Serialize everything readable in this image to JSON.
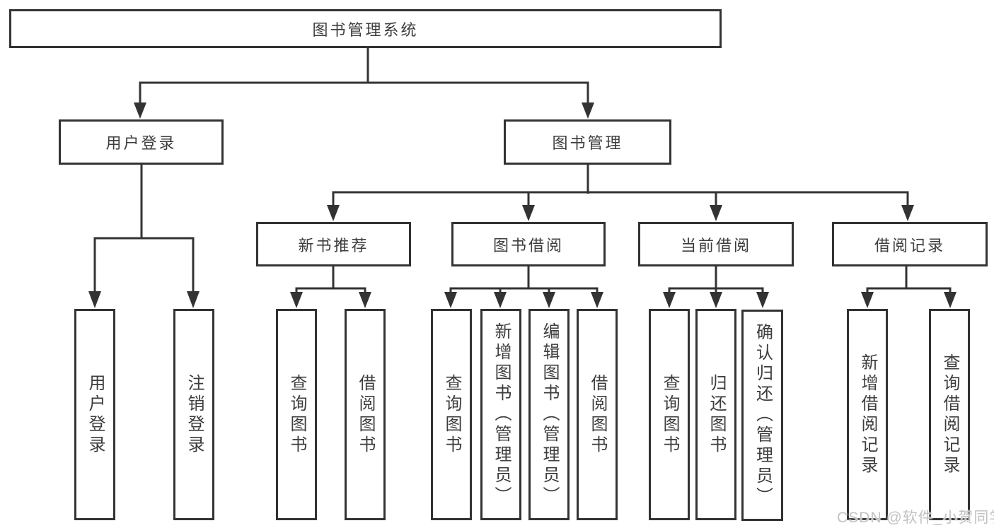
{
  "colors": {
    "line": "#333333",
    "box_border": "#333333",
    "box_bg": "#ffffff",
    "text": "#3d3d3d",
    "watermark": "#c2c2c2"
  },
  "nodes": {
    "root": "图书管理系统",
    "user_login": "用户登录",
    "book_mgmt": "图书管理",
    "new_book_rec": "新书推荐",
    "book_borrow": "图书借阅",
    "current_borrow": "当前借阅",
    "borrow_record": "借阅记录",
    "leaf_user_login": "用户登录",
    "leaf_logout": "注销登录",
    "leaf_nbr_query": "查询图书",
    "leaf_nbr_borrow": "借阅图书",
    "leaf_bb_query": "查询图书",
    "leaf_bb_add": "新增图书（管理员）",
    "leaf_bb_edit": "编辑图书（管理员）",
    "leaf_bb_borrow": "借阅图书",
    "leaf_cb_query": "查询图书",
    "leaf_cb_return": "归还图书",
    "leaf_cb_confirm": "确认归还（管理员）",
    "leaf_br_add": "新增借阅记录",
    "leaf_br_query": "查询借阅记录"
  },
  "watermark": "CSDN @软件_小贺同学"
}
